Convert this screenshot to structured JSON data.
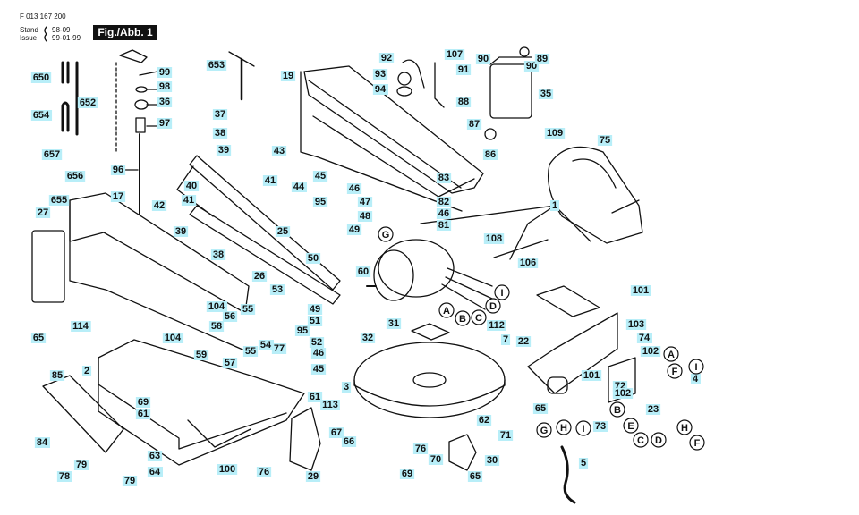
{
  "header": {
    "doc_number": "F 013 167 200",
    "stand_label": "Stand",
    "stand_value": "98-09",
    "issue_label": "Issue",
    "issue_value": "99-01-99",
    "figure_title": "Fig./Abb. 1"
  },
  "colors": {
    "callout": "#b8eef8",
    "line": "#111111"
  },
  "numbers": [
    {
      "id": "n650",
      "text": "650"
    },
    {
      "id": "n654",
      "text": "654"
    },
    {
      "id": "n652",
      "text": "652"
    },
    {
      "id": "n99",
      "text": "99"
    },
    {
      "id": "n98",
      "text": "98"
    },
    {
      "id": "n36",
      "text": "36"
    },
    {
      "id": "n97",
      "text": "97"
    },
    {
      "id": "n96",
      "text": "96"
    },
    {
      "id": "n653",
      "text": "653"
    },
    {
      "id": "n19",
      "text": "19"
    },
    {
      "id": "n92",
      "text": "92"
    },
    {
      "id": "n93",
      "text": "93"
    },
    {
      "id": "n94",
      "text": "94"
    },
    {
      "id": "n107",
      "text": "107"
    },
    {
      "id": "n91",
      "text": "91"
    },
    {
      "id": "n90a",
      "text": "90"
    },
    {
      "id": "n90b",
      "text": "90"
    },
    {
      "id": "n89",
      "text": "89"
    },
    {
      "id": "n35",
      "text": "35"
    },
    {
      "id": "n88",
      "text": "88"
    },
    {
      "id": "n87",
      "text": "87"
    },
    {
      "id": "n86",
      "text": "86"
    },
    {
      "id": "n109",
      "text": "109"
    },
    {
      "id": "n75",
      "text": "75"
    },
    {
      "id": "n37",
      "text": "37"
    },
    {
      "id": "n38a",
      "text": "38"
    },
    {
      "id": "n39a",
      "text": "39"
    },
    {
      "id": "n43",
      "text": "43"
    },
    {
      "id": "n44",
      "text": "44"
    },
    {
      "id": "n45a",
      "text": "45"
    },
    {
      "id": "n46a",
      "text": "46"
    },
    {
      "id": "n47",
      "text": "47"
    },
    {
      "id": "n48",
      "text": "48"
    },
    {
      "id": "n49a",
      "text": "49"
    },
    {
      "id": "n95a",
      "text": "95"
    },
    {
      "id": "n83",
      "text": "83"
    },
    {
      "id": "n82",
      "text": "82"
    },
    {
      "id": "n46b",
      "text": "46"
    },
    {
      "id": "n81",
      "text": "81"
    },
    {
      "id": "n1",
      "text": "1"
    },
    {
      "id": "n657",
      "text": "657"
    },
    {
      "id": "n656",
      "text": "656"
    },
    {
      "id": "n655",
      "text": "655"
    },
    {
      "id": "n17",
      "text": "17"
    },
    {
      "id": "n27",
      "text": "27"
    },
    {
      "id": "n41a",
      "text": "41"
    },
    {
      "id": "n40",
      "text": "40"
    },
    {
      "id": "n41b",
      "text": "41"
    },
    {
      "id": "n42",
      "text": "42"
    },
    {
      "id": "n39b",
      "text": "39"
    },
    {
      "id": "n38b",
      "text": "38"
    },
    {
      "id": "n25",
      "text": "25"
    },
    {
      "id": "n26",
      "text": "26"
    },
    {
      "id": "n108",
      "text": "108"
    },
    {
      "id": "n106",
      "text": "106"
    },
    {
      "id": "n50",
      "text": "50"
    },
    {
      "id": "n60",
      "text": "60"
    },
    {
      "id": "n53",
      "text": "53"
    },
    {
      "id": "n104a",
      "text": "104"
    },
    {
      "id": "n114",
      "text": "114"
    },
    {
      "id": "n104b",
      "text": "104"
    },
    {
      "id": "n56",
      "text": "56"
    },
    {
      "id": "n55a",
      "text": "55"
    },
    {
      "id": "n58",
      "text": "58"
    },
    {
      "id": "n59",
      "text": "59"
    },
    {
      "id": "n57",
      "text": "57"
    },
    {
      "id": "n55b",
      "text": "55"
    },
    {
      "id": "n54",
      "text": "54"
    },
    {
      "id": "n77",
      "text": "77"
    },
    {
      "id": "n49b",
      "text": "49"
    },
    {
      "id": "n51",
      "text": "51"
    },
    {
      "id": "n95b",
      "text": "95"
    },
    {
      "id": "n52",
      "text": "52"
    },
    {
      "id": "n46c",
      "text": "46"
    },
    {
      "id": "n45b",
      "text": "45"
    },
    {
      "id": "n32",
      "text": "32"
    },
    {
      "id": "n31",
      "text": "31"
    },
    {
      "id": "n112",
      "text": "112"
    },
    {
      "id": "n7",
      "text": "7"
    },
    {
      "id": "n22",
      "text": "22"
    },
    {
      "id": "n101a",
      "text": "101"
    },
    {
      "id": "n103",
      "text": "103"
    },
    {
      "id": "n74",
      "text": "74"
    },
    {
      "id": "n102a",
      "text": "102"
    },
    {
      "id": "n101b",
      "text": "101"
    },
    {
      "id": "n72",
      "text": "72"
    },
    {
      "id": "n102b",
      "text": "102"
    },
    {
      "id": "n23",
      "text": "23"
    },
    {
      "id": "n4",
      "text": "4"
    },
    {
      "id": "n65a",
      "text": "65"
    },
    {
      "id": "n85",
      "text": "85"
    },
    {
      "id": "n2",
      "text": "2"
    },
    {
      "id": "n69",
      "text": "69"
    },
    {
      "id": "n61a",
      "text": "61"
    },
    {
      "id": "n3",
      "text": "3"
    },
    {
      "id": "n61b",
      "text": "61"
    },
    {
      "id": "n113",
      "text": "113"
    },
    {
      "id": "n65b",
      "text": "65"
    },
    {
      "id": "n73",
      "text": "73"
    },
    {
      "id": "n62",
      "text": "62"
    },
    {
      "id": "n71",
      "text": "71"
    },
    {
      "id": "n84",
      "text": "84"
    },
    {
      "id": "n79a",
      "text": "79"
    },
    {
      "id": "n78",
      "text": "78"
    },
    {
      "id": "n79b",
      "text": "79"
    },
    {
      "id": "n63",
      "text": "63"
    },
    {
      "id": "n64",
      "text": "64"
    },
    {
      "id": "n100",
      "text": "100"
    },
    {
      "id": "n76a",
      "text": "76"
    },
    {
      "id": "n67",
      "text": "67"
    },
    {
      "id": "n66",
      "text": "66"
    },
    {
      "id": "n29",
      "text": "29"
    },
    {
      "id": "n76b",
      "text": "76"
    },
    {
      "id": "n70",
      "text": "70"
    },
    {
      "id": "n69b",
      "text": "69"
    },
    {
      "id": "n65c",
      "text": "65"
    },
    {
      "id": "n30",
      "text": "30"
    },
    {
      "id": "n5",
      "text": "5"
    }
  ],
  "letters": [
    {
      "id": "lG1",
      "text": "G"
    },
    {
      "id": "lA1",
      "text": "A"
    },
    {
      "id": "lB1",
      "text": "B"
    },
    {
      "id": "lC1",
      "text": "C"
    },
    {
      "id": "lD1",
      "text": "D"
    },
    {
      "id": "lI1",
      "text": "I"
    },
    {
      "id": "lA2",
      "text": "A"
    },
    {
      "id": "lF1",
      "text": "F"
    },
    {
      "id": "lI2",
      "text": "I"
    },
    {
      "id": "lB2",
      "text": "B"
    },
    {
      "id": "lE2",
      "text": "E"
    },
    {
      "id": "lC2",
      "text": "C"
    },
    {
      "id": "lD2",
      "text": "D"
    },
    {
      "id": "lH2",
      "text": "H"
    },
    {
      "id": "lF2",
      "text": "F"
    },
    {
      "id": "lG3",
      "text": "G"
    },
    {
      "id": "lH3",
      "text": "H"
    },
    {
      "id": "lI3",
      "text": "I"
    }
  ]
}
